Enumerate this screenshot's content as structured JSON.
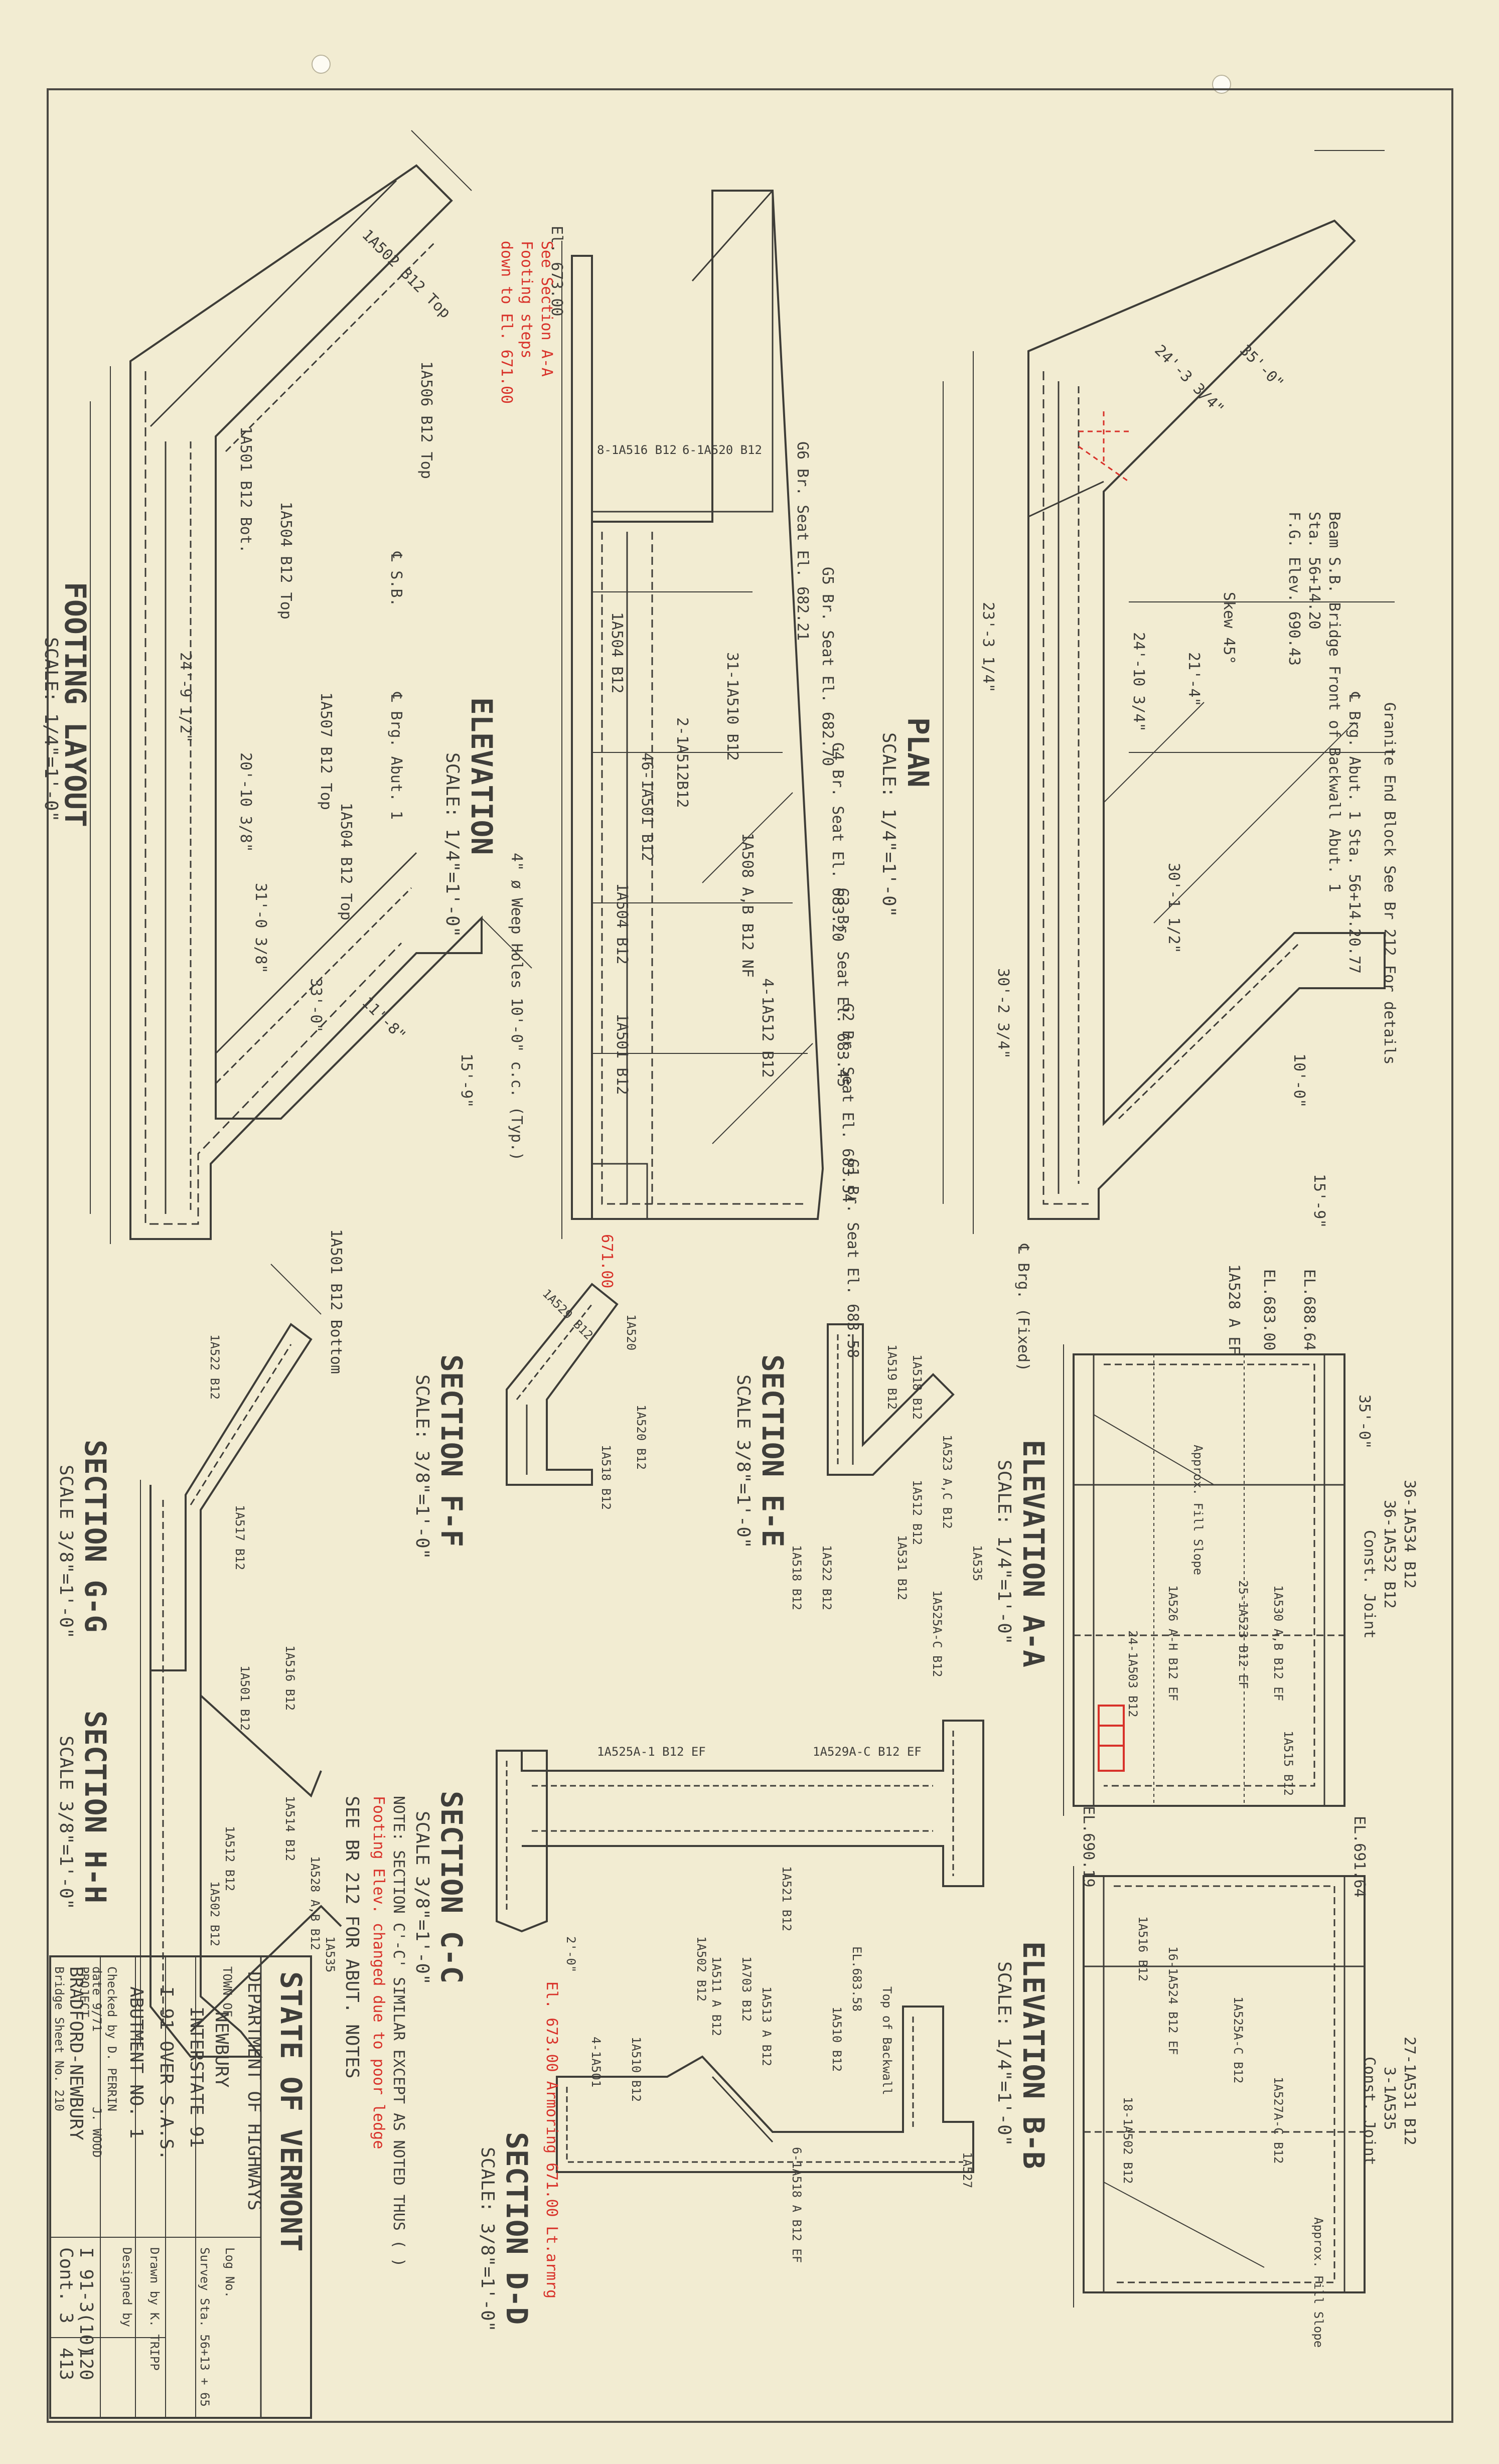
{
  "titles": {
    "footing_layout": "FOOTING LAYOUT",
    "footing_layout_scale": "SCALE: 1/4\"=1'-0\"",
    "elevation": "ELEVATION",
    "elevation_scale": "SCALE: 1/4\"=1'-0\"",
    "plan": "PLAN",
    "plan_scale": "SCALE: 1/4\"=1'-0\"",
    "section_gg": "SECTION G-G",
    "section_gg_scale": "SCALE 3/8\"=1'-0\"",
    "section_hh": "SECTION H-H",
    "section_hh_scale": "SCALE 3/8\"=1'-0\"",
    "section_ff": "SECTION F-F",
    "section_ff_scale": "SCALE: 3/8\"=1'-0\"",
    "section_ee": "SECTION E-E",
    "section_ee_scale": "SCALE 3/8\"=1'-0\"",
    "section_cc": "SECTION C-C",
    "section_cc_scale": "SCALE 3/8\"=1'-0\"",
    "section_dd": "SECTION D-D",
    "section_dd_scale": "SCALE: 3/8\"=1'-0\"",
    "elevation_aa": "ELEVATION A-A",
    "elevation_aa_scale": "SCALE: 1/4\"=1'-0\"",
    "elevation_bb": "ELEVATION B-B",
    "elevation_bb_scale": "SCALE: 1/4\"=1'-0\""
  },
  "notes": {
    "see_section_aa_red": "See Section A-A Footing steps down to El. 671.00",
    "footing_elev_changed_red": "Footing Elev. changed due to poor ledge",
    "see_br_notes": "SEE BR 212 FOR ABUT. NOTES",
    "section_cc_note": "NOTE: SECTION C'-C' SIMILAR EXCEPT AS NOTED THUS ( )",
    "granite_end_block": "Granite End Block See Br 212 For details",
    "beam_s_b_bridge": "Beam S.B. Bridge Front of Backwall Abut. 1",
    "weep_holes": "4\" ø Weep Holes 10'-0\" c.c. (Typ.)",
    "el_671_red": "671.00",
    "el_673_red": "El. 673.00 Armoring 671.00 Lt.armrg"
  },
  "elevations": {
    "top_left": "El. 673.00",
    "g6": "G6 Br. Seat El. 682.21",
    "g5": "G5 Br. Seat El. 682.70",
    "g4": "G4 Br. Seat El. 683.20",
    "g3": "G3 Br. Seat El. 683.45",
    "g2": "G2 Br. Seat El. 683.54",
    "g1": "G1 Br. Seat El. 683.58",
    "sta_plan": "Sta. 56+14.20",
    "fg_elev": "F.G. Elev. 690.43",
    "brg_abut": "℄ Brg. Abut. 1 Sta. 56+14.20.77",
    "el_688_64": "EL.688.64",
    "el_683_00": "EL.683.00",
    "el_690_19": "EL.690.19",
    "el_691_64": "EL.691.64"
  },
  "title_block": {
    "state": "STATE OF VERMONT",
    "department": "DEPARTMENT OF HIGHWAYS",
    "town_label": "TOWN OF",
    "town": "NEWBURY",
    "highway": "INTERSTATE 91",
    "route": "I 91 OVER S.A.S.",
    "structure": "ABUTMENT NO. 1",
    "designed": "Designed by",
    "drawn_by": "Drawn by K. TRIPP",
    "checked_by": "Checked by D. PERRIN",
    "date": "date 9/71",
    "project_label": "PROJECT",
    "project": "BRADFORD-NEWBURY",
    "project_no": "I 91-3(10)",
    "bridge_no": "Bridge Sheet No. 210",
    "log_no": "Log No.",
    "survey_sta": "Survey Sta. 56+13 + 65",
    "contract": "Cont. 3",
    "sheet_no": "120",
    "sheet_of": "413",
    "engineer": "J. WOOD"
  },
  "colors": {
    "paper": "#f2ecd2",
    "ink": "#3b3a36",
    "red_ink": "#d8322a"
  }
}
